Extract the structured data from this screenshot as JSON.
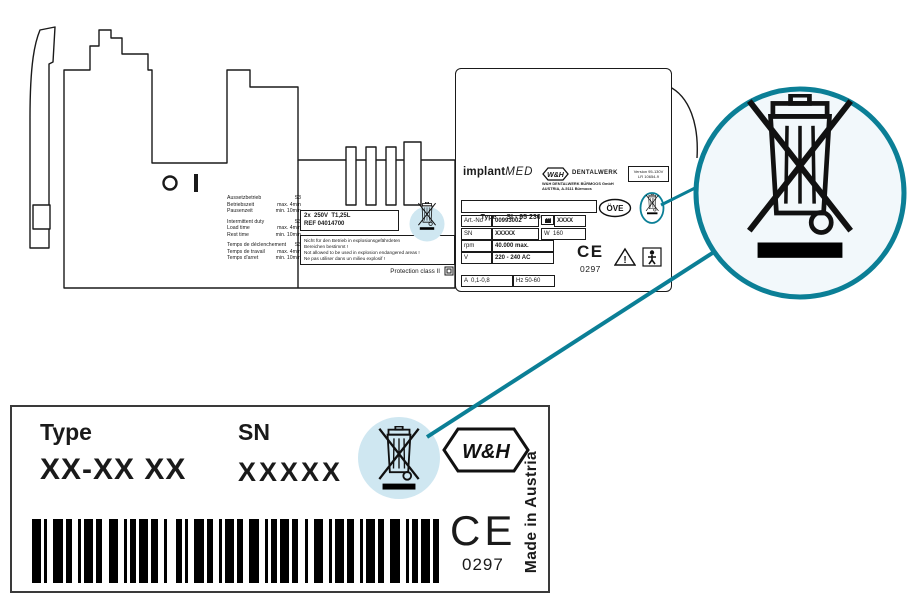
{
  "colors": {
    "teal": "#0b7f96",
    "light_blue": "#cfe7f1",
    "ink": "#1a1a1a"
  },
  "icons": {
    "weee": "crossed-out-wheelie-bin",
    "class2": "protection-class-ii-double-square",
    "manufacturer": "manufacturer-factory",
    "warning": "warning-triangle",
    "applied_part": "type-b-applied-part-person",
    "power_off": "circle-o",
    "power_on": "bar-i"
  },
  "duty": {
    "groups": [
      {
        "rows": [
          {
            "label": "Aussetzbetrieb",
            "value": "S3"
          },
          {
            "label": "Betriebszeit",
            "value": "max. 4min"
          },
          {
            "label": "Pausenzeit",
            "value": "min. 10min"
          }
        ]
      },
      {
        "rows": [
          {
            "label": "Intermittent duty",
            "value": "S3"
          },
          {
            "label": "Load time",
            "value": "max. 4min"
          },
          {
            "label": "Rest time",
            "value": "min. 10min"
          }
        ]
      },
      {
        "rows": [
          {
            "label": "Temps de déclenchement",
            "value": "S3"
          },
          {
            "label": "Temps de travail",
            "value": "max. 4min"
          },
          {
            "label": "Temps d'arret",
            "value": "min. 10min"
          }
        ]
      }
    ]
  },
  "fuse": {
    "line1": "2x  250V  T1,25L",
    "line2": "REF 04014700"
  },
  "explosion": {
    "l1": "Nicht für den Betrieb in explosionsgefährdeten",
    "l2": "Bereichen bestimmt !",
    "l3": "Not allowed to be used in explosion endangered areas !",
    "l4": "Ne pas utiliser dans un milieu explosif !"
  },
  "protection": {
    "label": "Protection class II"
  },
  "plate": {
    "brand": {
      "implant": "implant",
      "med": "MED"
    },
    "wh": "W&H",
    "dentalwerk": "DENTALWERK",
    "address1": "W&H DENTALWERK BÜRMOOS GmbH",
    "address2": "AUSTRIA, A-5111 Bürmoos",
    "cert_box": {
      "line1": "Version 95-130V",
      "line2": "LR 10654-9"
    },
    "type_row": {
      "label": "Type",
      "value": "SI - 95 230"
    },
    "art_row": {
      "label": "Art.-No",
      "value": "00993002",
      "extra": "XXXX"
    },
    "sn_row": {
      "label": "SN",
      "value": "XXXXX",
      "watt": "W  160"
    },
    "rpm_row": {
      "label": "rpm",
      "value": "40.000 max."
    },
    "volt_row": {
      "label": "V",
      "value": "220 - 240 AC"
    },
    "amp_row": {
      "amp": "A  0,1-0,8",
      "hz": "Hz 50-60"
    },
    "ove": "ÖVE",
    "ce": "CE",
    "ce_no": "0297"
  },
  "bottom_label": {
    "type_label": "Type",
    "type_value": "XX-XX XX",
    "sn_label": "SN",
    "sn_value": "XXXXX",
    "wh": "W&H",
    "ce": "CE",
    "ce_no": "0297",
    "made_in": "Made in Austria",
    "barcode_pattern": "311231221131223211213122132112312211312232112131221232113122113122321121312"
  }
}
